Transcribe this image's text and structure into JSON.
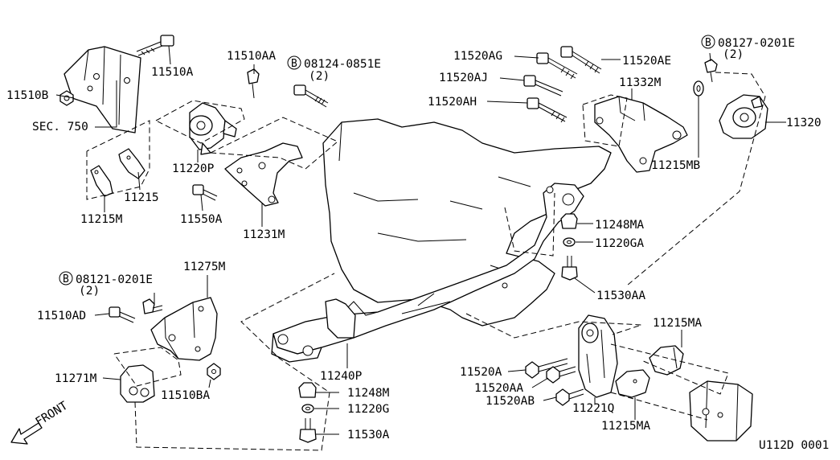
{
  "diagram_code": "U112D 0001",
  "front_label": "FRONT",
  "parts": {
    "p11510B": "11510B",
    "p11510A": "11510A",
    "sec750": "SEC. 750",
    "p11510AA": "11510AA",
    "b08124": "08124-0851E",
    "b08124_qty": "(2)",
    "p11220P": "11220P",
    "p11215": "11215",
    "p11215M": "11215M",
    "p11550A": "11550A",
    "p11231M": "11231M",
    "p11520AG": "11520AG",
    "p11520AE": "11520AE",
    "p11520AJ": "11520AJ",
    "p11332M": "11332M",
    "p11520AH": "11520AH",
    "b08127": "08127-0201E",
    "b08127_qty": "(2)",
    "p11320": "11320",
    "p11215MB": "11215MB",
    "p11248MA": "11248MA",
    "p11220GA": "11220GA",
    "p11530AA": "11530AA",
    "b08121": "08121-0201E",
    "b08121_qty": "(2)",
    "p11275M": "11275M",
    "p11510AD": "11510AD",
    "p11271M": "11271M",
    "p11510BA": "11510BA",
    "p11240P": "11240P",
    "p11248M": "11248M",
    "p11220G": "11220G",
    "p11530A": "11530A",
    "p11215MA_top": "11215MA",
    "p11520A": "11520A",
    "p11520AA": "11520AA",
    "p11520AB": "11520AB",
    "p11221Q": "11221Q",
    "p11215MA_bottom": "11215MA"
  },
  "bolt_marker": "B"
}
